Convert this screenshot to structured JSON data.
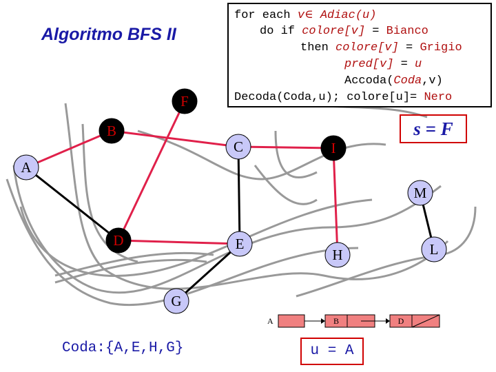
{
  "title": "Algoritmo BFS II",
  "code": {
    "line1_prefix": "for each ",
    "line1_var": "v",
    "line1_symbol": "∈",
    "line1_rest": " Adiac(u)",
    "line2_a": "do if ",
    "line2_b": "colore[v]",
    "line2_c": " = ",
    "line2_d": "Bianco",
    "line3_a": "then ",
    "line3_b": "colore[v]",
    "line3_c": " = ",
    "line3_d": "Grigio",
    "line4_a": "pred[v]",
    "line4_b": " = ",
    "line4_c": "u",
    "line5_a": "Accoda(",
    "line5_b": "Coda",
    "line5_c": ",v)",
    "line6_a": "Decoda(Coda,u); colore[u]= ",
    "line6_b": "Nero"
  },
  "source": "s = F",
  "queue_label": "Coda:{A,E,H,G}",
  "current": "u = A",
  "list": {
    "head": "A",
    "nodes": [
      "B",
      "D"
    ]
  },
  "graph": {
    "nodes": [
      {
        "id": "F",
        "label": "F",
        "color": "#000000",
        "text": "#d00000"
      },
      {
        "id": "B",
        "label": "B",
        "color": "#000000",
        "text": "#d00000"
      },
      {
        "id": "A",
        "label": "A",
        "color": "#c8c8f8",
        "text": "#000000"
      },
      {
        "id": "C",
        "label": "C",
        "color": "#c8c8f8",
        "text": "#000000"
      },
      {
        "id": "I",
        "label": "I",
        "color": "#000000",
        "text": "#d00000"
      },
      {
        "id": "M",
        "label": "M",
        "color": "#c8c8f8",
        "text": "#000000"
      },
      {
        "id": "D",
        "label": "D",
        "color": "#000000",
        "text": "#d00000"
      },
      {
        "id": "E",
        "label": "E",
        "color": "#c8c8f8",
        "text": "#000000"
      },
      {
        "id": "H",
        "label": "H",
        "color": "#c8c8f8",
        "text": "#000000"
      },
      {
        "id": "L",
        "label": "L",
        "color": "#c8c8f8",
        "text": "#000000"
      },
      {
        "id": "G",
        "label": "G",
        "color": "#c8c8f8",
        "text": "#000000"
      }
    ],
    "edges": [
      {
        "from": "B",
        "to": "C",
        "kind": "tree"
      },
      {
        "from": "C",
        "to": "I",
        "kind": "tree"
      },
      {
        "from": "B",
        "to": "A",
        "kind": "tree"
      },
      {
        "from": "F",
        "to": "D",
        "kind": "tree"
      },
      {
        "from": "D",
        "to": "E",
        "kind": "tree"
      },
      {
        "from": "I",
        "to": "H",
        "kind": "tree"
      },
      {
        "from": "A",
        "to": "D",
        "kind": "plain"
      },
      {
        "from": "C",
        "to": "E",
        "kind": "plain"
      },
      {
        "from": "E",
        "to": "G",
        "kind": "plain"
      },
      {
        "from": "M",
        "to": "L",
        "kind": "plain"
      }
    ]
  },
  "colors": {
    "tree_edge": "#e0204a",
    "plain_edge": "#000000",
    "gray_node": "#c8c8f8",
    "black_node": "#000000",
    "list_cell": "#f08080"
  }
}
